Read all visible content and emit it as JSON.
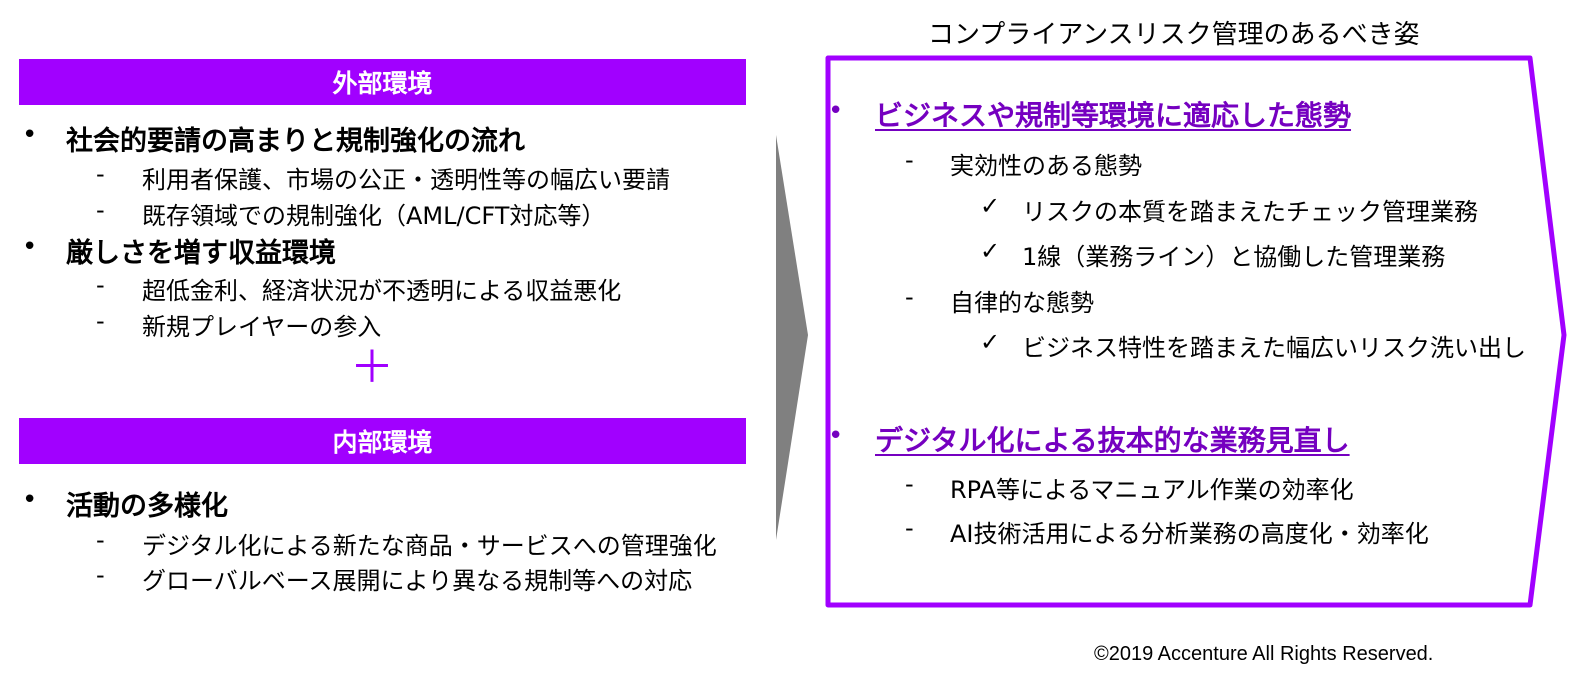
{
  "right_title": "コンプライアンスリスク管理のあるべき姿",
  "external": {
    "header": "外部環境",
    "items": [
      {
        "text": "社会的要請の高まりと規制強化の流れ",
        "subs": [
          "利用者保護、市場の公正・透明性等の幅広い要請",
          "既存領域での規制強化（AML/CFT対応等）"
        ]
      },
      {
        "text": "厳しさを増す収益環境",
        "subs": [
          "超低金利、経済状況が不透明による収益悪化",
          "新規プレイヤーの参入"
        ]
      }
    ]
  },
  "plus": "＋",
  "internal": {
    "header": "内部環境",
    "items": [
      {
        "text": "活動の多様化",
        "subs": [
          "デジタル化による新たな商品・サービスへの管理強化",
          "グローバルベース展開により異なる規制等への対応"
        ]
      }
    ]
  },
  "ideal": {
    "sections": [
      {
        "heading": "ビジネスや規制等環境に適応した態勢",
        "subs": [
          {
            "text": "実効性のある態勢",
            "checks": [
              "リスクの本質を踏まえたチェック管理業務",
              "1線（業務ライン）と協働した管理業務"
            ]
          },
          {
            "text": "自律的な態勢",
            "checks": [
              "ビジネス特性を踏まえた幅広いリスク洗い出し"
            ]
          }
        ]
      },
      {
        "heading": "デジタル化による抜本的な業務見直し",
        "subs": [
          {
            "text": "RPA等によるマニュアル作業の効率化"
          },
          {
            "text": "AI技術活用による分析業務の高度化・効率化"
          }
        ]
      }
    ]
  },
  "bullet": "•",
  "dash": "-",
  "check": "✓",
  "copyright": "©2019 Accenture All Rights Reserved.",
  "colors": {
    "purple": "#a100ff",
    "heading": "#7500c0",
    "arrow": "#808080"
  }
}
